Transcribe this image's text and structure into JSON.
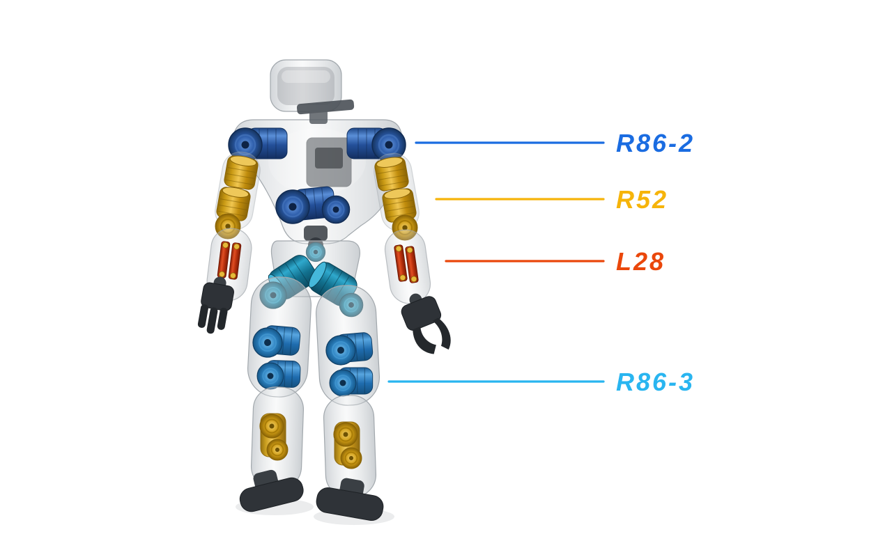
{
  "page": {
    "background": "#ffffff"
  },
  "callouts": [
    {
      "label": "R86-2",
      "color": "#1a6ce1"
    },
    {
      "label": "R52",
      "color": "#f6b40a"
    },
    {
      "label": "L28",
      "color": "#ea470b"
    },
    {
      "label": "R86-3",
      "color": "#29b5f0"
    }
  ],
  "palette": {
    "shoulder_actuator_blue": "#2a5aa8",
    "arm_actuator_gold": "#cf9c14",
    "forearm_actuator_red": "#cf3a12",
    "hip_actuator_teal": "#1b87a8",
    "knee_actuator_skyblue": "#2e84c4",
    "shell_gray": "#d7dadd",
    "frame_dark_gray": "#2f3338"
  }
}
